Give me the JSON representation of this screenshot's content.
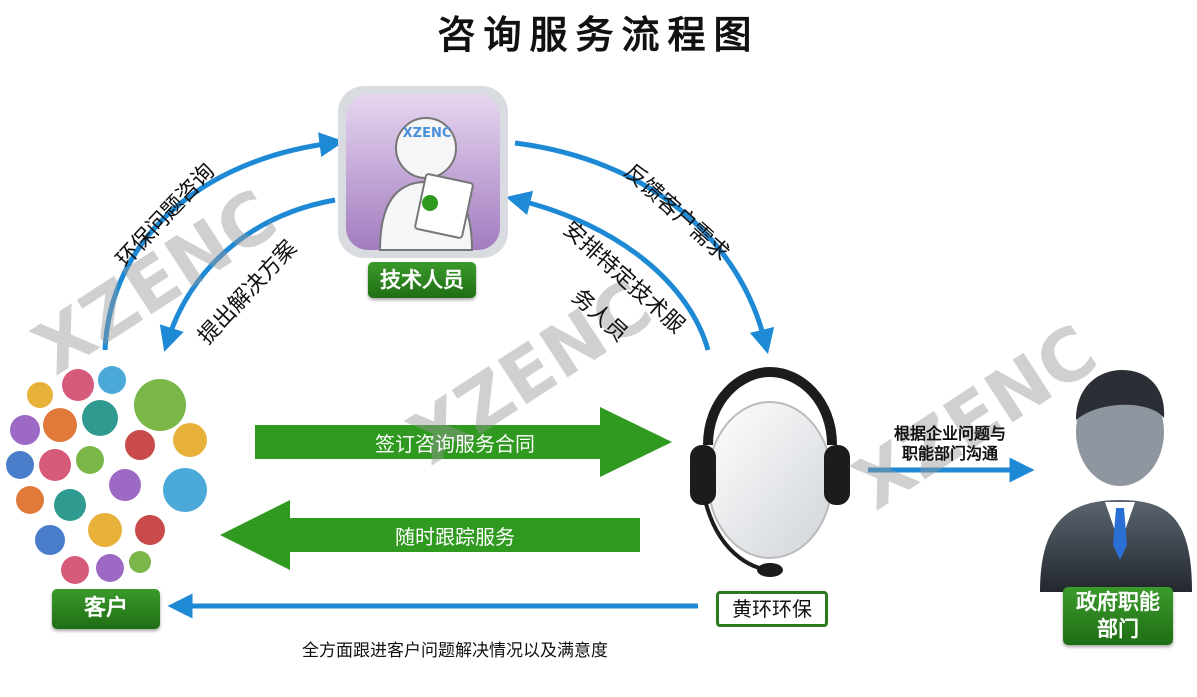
{
  "title": "咨询服务流程图",
  "watermark": "XZENC",
  "nodes": {
    "tech": {
      "label": "技术人员",
      "logo_text": "XZENC"
    },
    "customer": {
      "label": "客户"
    },
    "company": {
      "label": "黄环环保"
    },
    "gov": {
      "line1": "政府职能",
      "line2": "部门"
    }
  },
  "edges": {
    "consult": "环保问题咨询",
    "solution": "提出解决方案",
    "feedback": "反馈客户需求",
    "assign": "安排特定技术服",
    "assign_line2": "务人员",
    "sign": "签订咨询服务合同",
    "track": "随时跟踪服务",
    "gov_comm_line1": "根据企业问题与",
    "gov_comm_line2": "职能部门沟通",
    "follow": "全方面跟进客户问题解决情况以及满意度"
  },
  "colors": {
    "arrow_blue": "#1e8ad6",
    "arrow_green": "#2f9a1f",
    "label_green": "#2b8a1e"
  }
}
